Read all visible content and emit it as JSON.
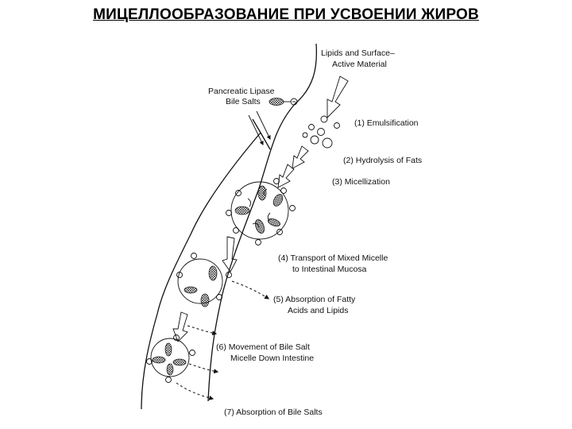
{
  "title": "МИЦЕЛЛООБРАЗОВАНИЕ ПРИ УСВОЕНИИ ЖИРОВ",
  "labels": {
    "lipids_line1": "Lipids and Surface–",
    "lipids_line2": "Active Material",
    "lipase_line1": "Pancreatic Lipase",
    "lipase_line2": "Bile Salts",
    "step1": "(1)  Emulsification",
    "step2": "(2)  Hydrolysis of Fats",
    "step3": "(3)  Micellization",
    "step4_line1": "(4)  Transport of Mixed Micelle",
    "step4_line2": "to Intestinal Mucosa",
    "step5_line1": "(5)  Absorption of Fatty",
    "step5_line2": "Acids and Lipids",
    "step6_line1": "(6)  Movement of Bile Salt",
    "step6_line2": "Micelle Down Intestine",
    "step7": "(7)  Absorption of Bile Salts"
  },
  "colors": {
    "ink": "#111111",
    "background": "#ffffff"
  }
}
